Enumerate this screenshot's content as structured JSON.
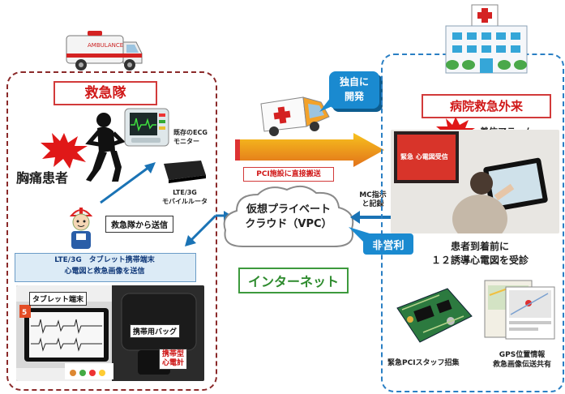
{
  "ems": {
    "title": "救急隊",
    "patient": "胸痛患者",
    "ecg_monitor": "既存のECG\nモニター",
    "router": "LTE/3G\nモバイルルータ",
    "send_label": "救急隊から送信",
    "tablet_send": "LTE/3G　タブレット携帯端末\n心電図と救急画像を送信",
    "tablet": "タブレット端末",
    "bag": "携帯用バッグ",
    "portable_ecg": "携帯型\n心電計"
  },
  "transport": {
    "unique_dev": "独自に\n開発",
    "direct_transport": "PCI施設に直接搬送"
  },
  "cloud": {
    "vpc": "仮想プライベート\nクラウド（VPC）",
    "internet": "インターネット",
    "mc": "MC指示\nと記録",
    "non_profit": "非営利"
  },
  "hospital": {
    "title": "病院救急外来",
    "alarm": "着信アラーム",
    "screen_text": "緊急 心電図受信",
    "receive": "患者到着前に\n１２誘導心電図を受診",
    "staff": "緊急PCIスタッフ招集",
    "gps": "GPS位置情報\n救急画像伝送共有"
  },
  "colors": {
    "ems_border": "#8b2a2a",
    "hospital_border": "#2a7fc4",
    "red": "#d01818",
    "blue": "#0f78b8",
    "green": "#2e8b2e"
  }
}
